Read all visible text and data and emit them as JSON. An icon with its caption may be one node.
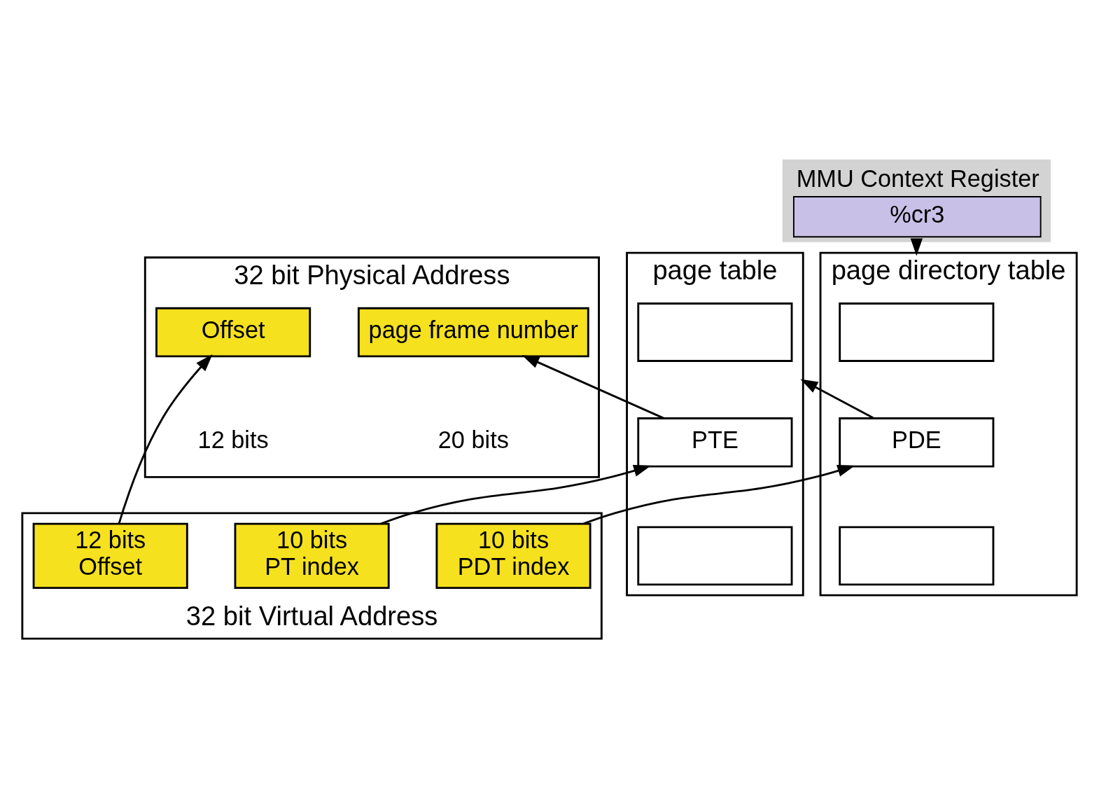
{
  "diagram": {
    "nodes": [
      {
        "text": [
          "32 bit Physical Address"
        ]
      },
      {
        "text": [
          "page frame number"
        ],
        "in": 0,
        "beside": [
          "20 bits"
        ]
      },
      {
        "text": [
          "Offset"
        ],
        "in": 0,
        "beside": [
          "12 bits"
        ]
      },
      {
        "text": [
          "MMU Context Register",
          "%cr3"
        ]
      },
      {
        "text": [
          "page directory table"
        ]
      },
      {
        "text": [],
        "shape": "box",
        "in": 4
      },
      {
        "text": [
          "PDE"
        ],
        "in": 4
      },
      {
        "text": [],
        "shape": "box",
        "in": 4
      },
      {
        "text": [
          "page table"
        ]
      },
      {
        "text": [],
        "shape": "box",
        "in": 8
      },
      {
        "text": [
          "PTE"
        ],
        "in": 8
      },
      {
        "text": [],
        "shape": "box",
        "in": 8
      },
      {
        "text": [
          "32 bit Virtual Address"
        ]
      },
      {
        "text": [
          "10 bits",
          "PDT index"
        ],
        "in": 12
      },
      {
        "text": [
          "10 bits",
          "PT index"
        ],
        "in": 12
      },
      {
        "text": [
          "12 bits",
          "Offset"
        ],
        "in": 12
      }
    ],
    "edges": [
      {
        "from": 3,
        "to": 4,
        "arrow": "to"
      },
      {
        "from": 13,
        "to": 6,
        "arrow": "to"
      },
      {
        "from": 6,
        "to": 8,
        "arrow": "to"
      },
      {
        "from": 14,
        "to": 10,
        "arrow": "to"
      },
      {
        "from": 10,
        "to": 1,
        "arrow": "to"
      },
      {
        "from": 15,
        "to": 2,
        "arrow": "to"
      }
    ]
  }
}
